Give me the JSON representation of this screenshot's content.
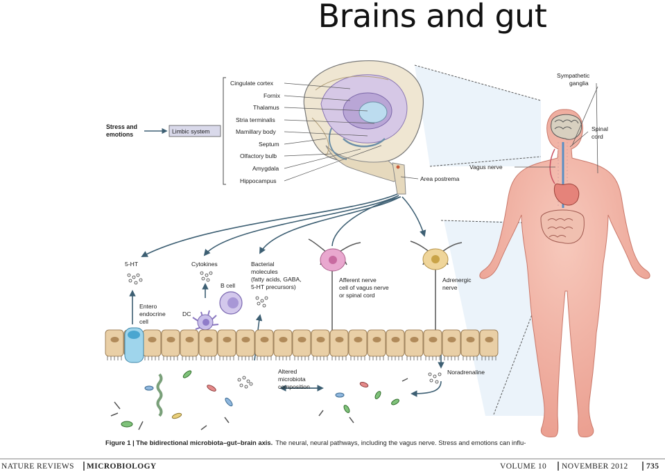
{
  "title": "Brains and gut",
  "inputs": {
    "stress": "Stress and",
    "stress2": "emotions",
    "limbic": "Limbic system"
  },
  "brain_regions": [
    "Cingulate cortex",
    "Fornix",
    "Thalamus",
    "Stria terminalis",
    "Mamillary body",
    "Septum",
    "Olfactory bulb",
    "Amygdala",
    "Hippocampus"
  ],
  "labels": {
    "area_postrema": "Area postrema",
    "sympathetic": "Sympathetic",
    "ganglia": "ganglia",
    "spinal": "Spinal",
    "cord": "cord",
    "vagus": "Vagus nerve",
    "ht5": "5-HT",
    "cytokines": "Cytokines",
    "bcell": "B cell",
    "dc": "DC",
    "entero1": "Entero",
    "entero2": "endocrine",
    "entero3": "cell",
    "bact1": "Bacterial",
    "bact2": "molecules",
    "bact3": "(fatty acids, GABA,",
    "bact4": "5-HT precursors)",
    "aff1": "Afferent nerve",
    "aff2": "cell of vagus nerve",
    "aff3": "or spinal cord",
    "adr1": "Adrenergic",
    "adr2": "nerve",
    "nor": "Noradrenaline",
    "alt1": "Altered",
    "alt2": "microbiota",
    "alt3": "composition"
  },
  "caption": {
    "fig": "Figure 1 | The bidirectional microbiota–gut–brain axis.",
    "rest": "The neural,      neural pathways, including the vagus nerve. Stress and emotions can influ-"
  },
  "footer": {
    "journal": "NATURE REVIEWS",
    "section": "MICROBIOLOGY",
    "volume": "VOLUME 10",
    "date": "NOVEMBER 2012",
    "page": "735"
  },
  "colors": {
    "skin": "#f2b2a2",
    "brain": "#efe6d2",
    "limbic": "#b9a6d6",
    "cell": "#e9cfa6",
    "nerve_pink": "#e9a8cf",
    "nerve_yellow": "#efd59a",
    "arrow": "#3d5f73",
    "section": "#d4145a"
  }
}
